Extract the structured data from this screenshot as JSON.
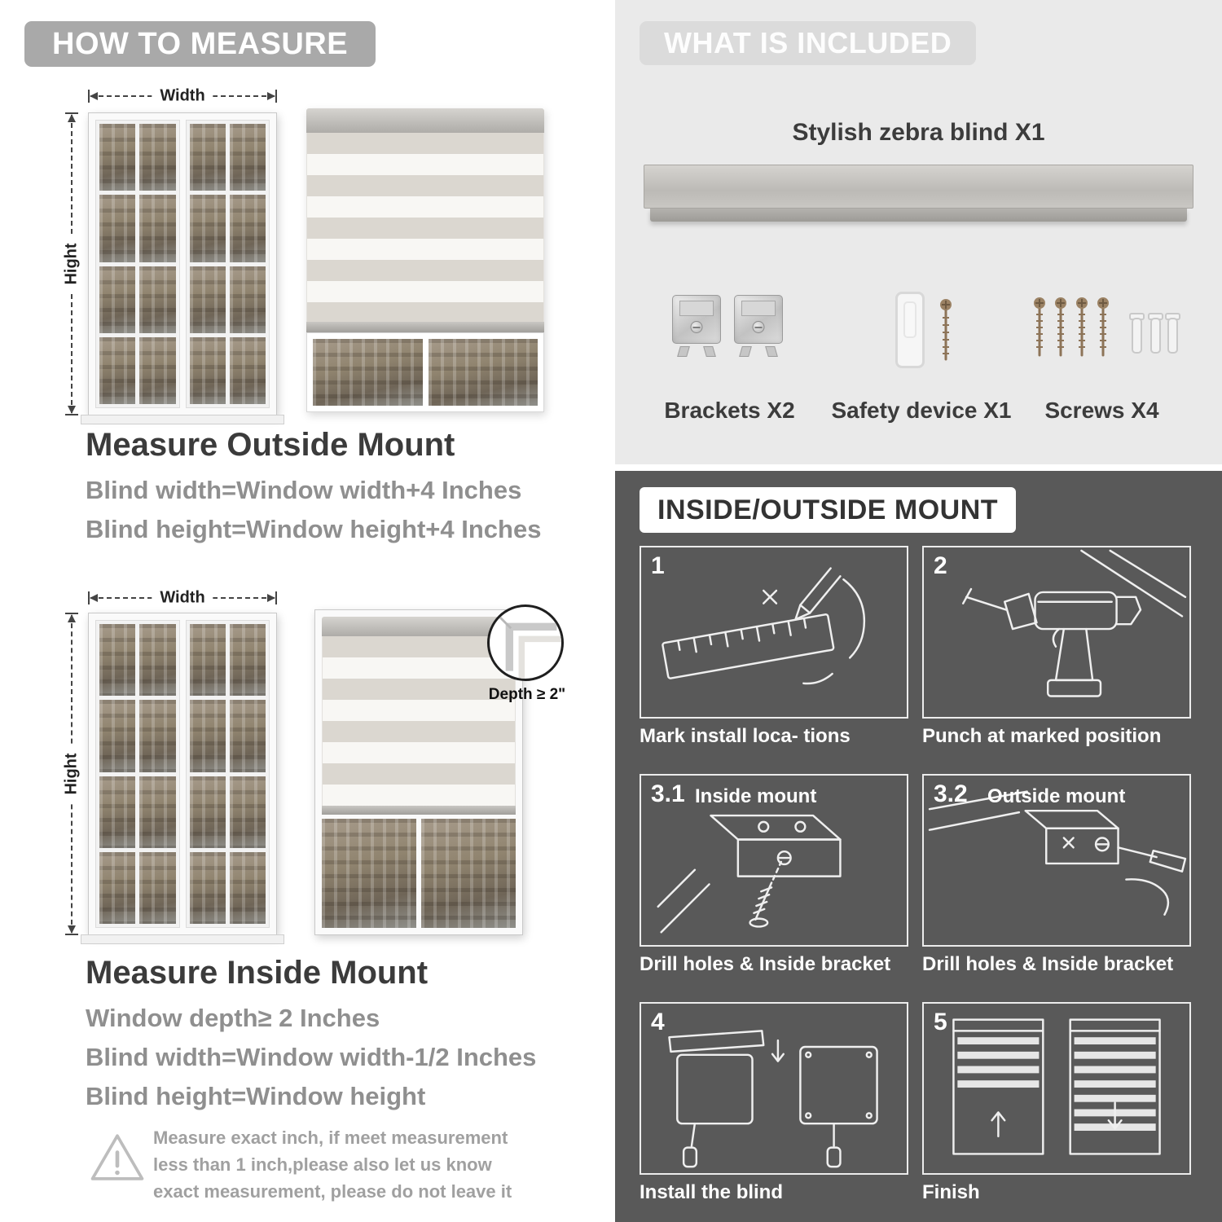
{
  "left": {
    "header": "HOW TO MEASURE",
    "labels": {
      "width": "Width",
      "height": "Hight"
    },
    "outside": {
      "title": "Measure Outside Mount",
      "lines": [
        "Blind width=Window width+4 Inches",
        "Blind height=Window height+4 Inches"
      ]
    },
    "inside": {
      "title": "Measure Inside Mount",
      "depth_label": "Depth ≥ 2\"",
      "lines": [
        "Window depth≥ 2 Inches",
        "Blind width=Window width-1/2 Inches",
        "Blind height=Window height"
      ]
    },
    "warning": "Measure exact inch, if meet measurement less than 1 inch,please also let us know exact measurement, please do not leave it"
  },
  "right": {
    "included": {
      "header": "WHAT IS INCLUDED",
      "blind_label": "Stylish zebra blind X1",
      "items": [
        {
          "label": "Brackets X2"
        },
        {
          "label": "Safety device X1"
        },
        {
          "label": "Screws X4"
        }
      ]
    },
    "mount": {
      "header": "INSIDE/OUTSIDE MOUNT",
      "steps": [
        {
          "num": "1",
          "sub": "",
          "caption": "Mark install loca- tions"
        },
        {
          "num": "2",
          "sub": "",
          "caption": "Punch at  marked position"
        },
        {
          "num": "3.1",
          "sub": "Inside mount",
          "caption": "Drill holes &  Inside bracket"
        },
        {
          "num": "3.2",
          "sub": "Outside mount",
          "caption": "Drill holes &  Inside bracket"
        },
        {
          "num": "4",
          "sub": "",
          "caption": "Install the blind"
        },
        {
          "num": "5",
          "sub": "",
          "caption": "Finish"
        }
      ]
    }
  }
}
